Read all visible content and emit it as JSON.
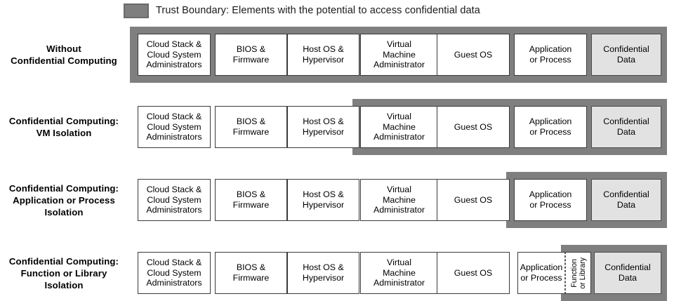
{
  "legend": {
    "swatch_name": "trust-boundary-swatch",
    "swatch_color": "#7f7f7f",
    "text": "Trust Boundary: Elements with the potential to access confidential data"
  },
  "colors": {
    "boundary": "#7f7f7f",
    "box_fill": "#ffffff",
    "confidential_fill": "#e2e2e2",
    "box_border": "#3a3a3a",
    "text": "#000000"
  },
  "columns": [
    "Cloud Stack &\nCloud System\nAdministrators",
    "BIOS &\nFirmware",
    "Host OS &\nHypervisor",
    "Virtual\nMachine\nAdministrator",
    "Guest OS",
    "Application\nor Process",
    "Confidential\nData"
  ],
  "rows": [
    {
      "label": "Without\nConfidential Computing",
      "boundary_from_column": 0,
      "boxes": [
        {
          "text": "Cloud Stack &\nCloud System\nAdministrators",
          "kind": "normal"
        },
        {
          "text": "BIOS &\nFirmware",
          "kind": "normal"
        },
        {
          "text": "Host OS &\nHypervisor",
          "kind": "normal"
        },
        {
          "text": "Virtual\nMachine\nAdministrator",
          "kind": "normal"
        },
        {
          "text": "Guest OS",
          "kind": "normal"
        },
        {
          "text": "Application\nor Process",
          "kind": "normal"
        },
        {
          "text": "Confidential\nData",
          "kind": "confidential"
        }
      ]
    },
    {
      "label": "Confidential Computing:\nVM Isolation",
      "boundary_from_column": 3,
      "boxes": [
        {
          "text": "Cloud Stack &\nCloud System\nAdministrators",
          "kind": "normal"
        },
        {
          "text": "BIOS &\nFirmware",
          "kind": "normal"
        },
        {
          "text": "Host OS &\nHypervisor",
          "kind": "normal"
        },
        {
          "text": "Virtual\nMachine\nAdministrator",
          "kind": "normal"
        },
        {
          "text": "Guest OS",
          "kind": "normal"
        },
        {
          "text": "Application\nor Process",
          "kind": "normal"
        },
        {
          "text": "Confidential\nData",
          "kind": "confidential"
        }
      ]
    },
    {
      "label": "Confidential Computing:\nApplication or Process\nIsolation",
      "boundary_from_column": 5,
      "boxes": [
        {
          "text": "Cloud Stack &\nCloud System\nAdministrators",
          "kind": "normal"
        },
        {
          "text": "BIOS &\nFirmware",
          "kind": "normal"
        },
        {
          "text": "Host OS &\nHypervisor",
          "kind": "normal"
        },
        {
          "text": "Virtual\nMachine\nAdministrator",
          "kind": "normal"
        },
        {
          "text": "Guest OS",
          "kind": "normal"
        },
        {
          "text": "Application\nor Process",
          "kind": "normal"
        },
        {
          "text": "Confidential\nData",
          "kind": "confidential"
        }
      ]
    },
    {
      "label": "Confidential Computing:\nFunction or Library\nIsolation",
      "boundary_from_column": 6,
      "boxes": [
        {
          "text": "Cloud Stack &\nCloud System\nAdministrators",
          "kind": "normal"
        },
        {
          "text": "BIOS &\nFirmware",
          "kind": "normal"
        },
        {
          "text": "Host OS &\nHypervisor",
          "kind": "normal"
        },
        {
          "text": "Virtual\nMachine\nAdministrator",
          "kind": "normal"
        },
        {
          "text": "Guest OS",
          "kind": "normal"
        },
        {
          "text": "Application\nor Process",
          "kind": "normal-narrow"
        },
        {
          "text": "Function\nor Library",
          "kind": "vertical"
        },
        {
          "text": "Confidential\nData",
          "kind": "confidential"
        }
      ]
    }
  ]
}
